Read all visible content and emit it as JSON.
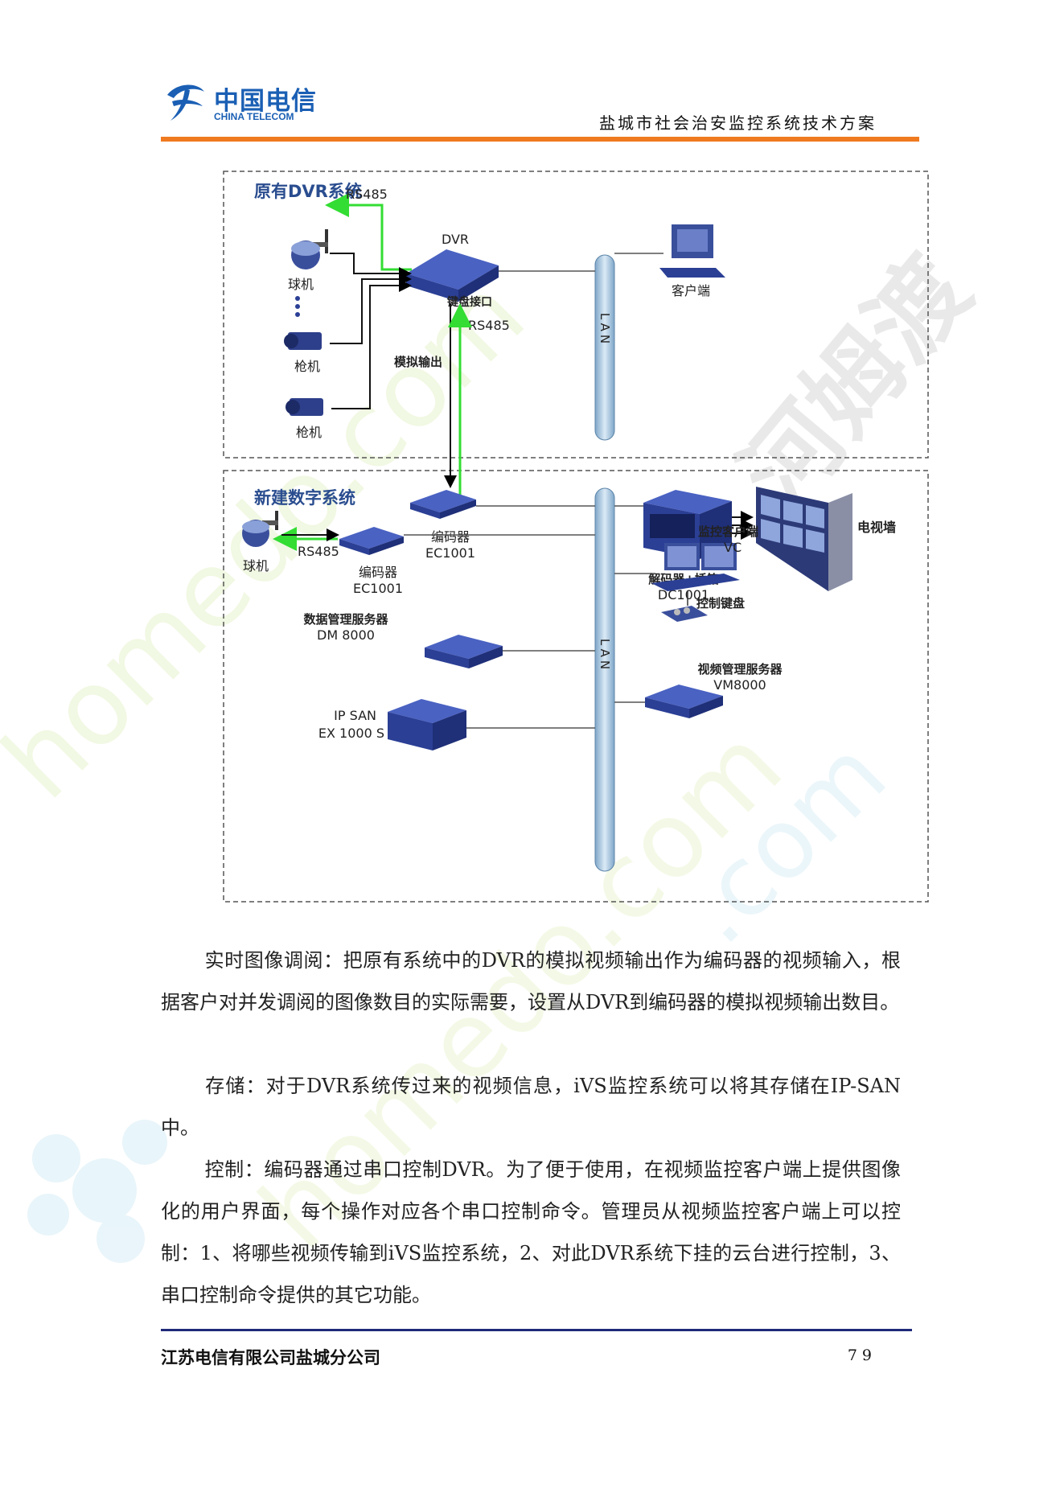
{
  "header": {
    "logo_cn": "中国电信",
    "logo_en": "CHINA TELECOM",
    "document_title": "盐城市社会治安监控系统技术方案",
    "rule_color": "#f07a20"
  },
  "diagram": {
    "old_system": {
      "title": "原有DVR系统",
      "dome_camera_label": "球机",
      "box_camera_1_label": "枪机",
      "box_camera_2_label": "枪机",
      "rs485_top_label": "RS485",
      "dvr_label": "DVR",
      "keyboard_port_label": "键盘接口",
      "rs485_right_label": "RS485",
      "analog_out_label": "模拟输出",
      "lan_label": "LAN",
      "client_label": "客户端"
    },
    "new_system": {
      "title": "新建数字系统",
      "encoder_1_label": "编码器",
      "encoder_1_model": "EC1001",
      "decoder_label": "解码器+插箱",
      "decoder_model": "DC1001",
      "tv_wall_label": "电视墙",
      "dome_camera_label": "球机",
      "rs485_label": "RS485",
      "encoder_2_label": "编码器",
      "encoder_2_model": "EC1001",
      "monitor_client_label": "监控客户端",
      "monitor_client_model": "VC",
      "control_keyboard_label": "控制键盘",
      "dm_server_label": "数据管理服务器",
      "dm_server_model": "DM 8000",
      "vm_server_label": "视频管理服务器",
      "vm_server_model": "VM8000",
      "ipsan_label": "IP SAN",
      "ipsan_model": "EX 1000 S",
      "lan_label": "LAN"
    },
    "colors": {
      "title": "#2a4d8f",
      "rs485_line": "#33dd33",
      "device": "#2b3f95",
      "lan_bar": "#b9d3ea"
    }
  },
  "body": {
    "paragraph_1": "实时图像调阅：把原有系统中的DVR的模拟视频输出作为编码器的视频输入，根据客户对并发调阅的图像数目的实际需要，设置从DVR到编码器的模拟视频输出数目。",
    "paragraph_2": "存储：对于DVR系统传过来的视频信息，iVS监控系统可以将其存储在IP-SAN中。",
    "paragraph_3": "控制：编码器通过串口控制DVR。为了便于使用，在视频监控客户端上提供图像化的用户界面，每个操作对应各个串口控制命令。管理员从视频监控客户端上可以控制：1、将哪些视频传输到iVS监控系统，2、对此DVR系统下挂的云台进行控制，3、串口控制命令提供的其它功能。"
  },
  "footer": {
    "company": "江苏电信有限公司盐城分公司",
    "page_number": "79",
    "rule_color": "#1f2a7a"
  }
}
